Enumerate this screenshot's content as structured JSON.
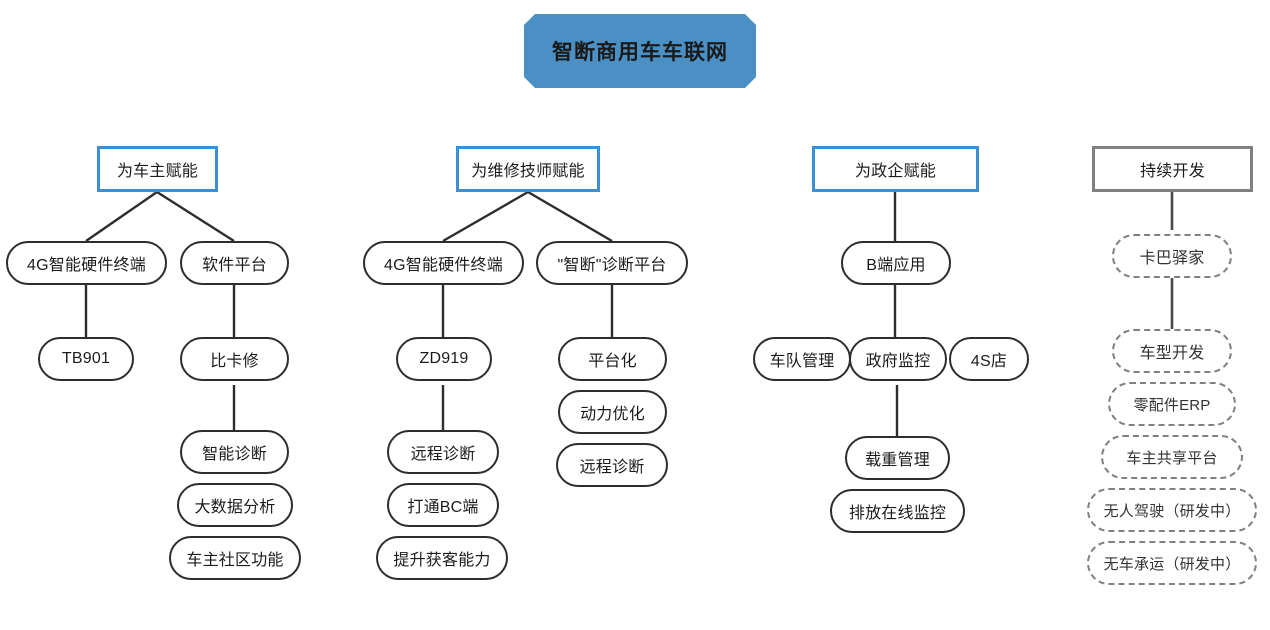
{
  "title": {
    "text": "智断商用车车联网",
    "color": "#4a90c4"
  },
  "columns": [
    {
      "id": "vehicle-owner",
      "header": {
        "label": "为车主赋能",
        "border_color": "#3d8fd1",
        "style": "solid"
      },
      "nodes": [
        {
          "id": "c1-n1",
          "label": "4G智能硬件终端",
          "style": "solid"
        },
        {
          "id": "c1-n2",
          "label": "软件平台",
          "style": "solid"
        },
        {
          "id": "c1-n3",
          "label": "TB901",
          "style": "solid"
        },
        {
          "id": "c1-n4",
          "label": "比卡修",
          "style": "solid"
        },
        {
          "id": "c1-n5",
          "label": "智能诊断",
          "style": "solid"
        },
        {
          "id": "c1-n6",
          "label": "大数据分析",
          "style": "solid"
        },
        {
          "id": "c1-n7",
          "label": "车主社区功能",
          "style": "solid"
        }
      ]
    },
    {
      "id": "repair-technician",
      "header": {
        "label": "为维修技师赋能",
        "border_color": "#3d8fd1",
        "style": "solid"
      },
      "nodes": [
        {
          "id": "c2-n1",
          "label": "4G智能硬件终端",
          "style": "solid"
        },
        {
          "id": "c2-n2",
          "label": "\"智断\"诊断平台",
          "style": "solid"
        },
        {
          "id": "c2-n3",
          "label": "ZD919",
          "style": "solid"
        },
        {
          "id": "c2-n4",
          "label": "平台化",
          "style": "solid"
        },
        {
          "id": "c2-n5",
          "label": "远程诊断",
          "style": "solid"
        },
        {
          "id": "c2-n6",
          "label": "动力优化",
          "style": "solid"
        },
        {
          "id": "c2-n7",
          "label": "打通BC端",
          "style": "solid"
        },
        {
          "id": "c2-n8",
          "label": "远程诊断",
          "style": "solid"
        },
        {
          "id": "c2-n9",
          "label": "提升获客能力",
          "style": "solid"
        }
      ]
    },
    {
      "id": "government-enterprise",
      "header": {
        "label": "为政企赋能",
        "border_color": "#3d8fd1",
        "style": "solid"
      },
      "nodes": [
        {
          "id": "c3-n1",
          "label": "B端应用",
          "style": "solid"
        },
        {
          "id": "c3-n2",
          "label": "车队管理",
          "style": "solid"
        },
        {
          "id": "c3-n3",
          "label": "政府监控",
          "style": "solid"
        },
        {
          "id": "c3-n4",
          "label": "4S店",
          "style": "solid"
        },
        {
          "id": "c3-n5",
          "label": "载重管理",
          "style": "solid"
        },
        {
          "id": "c3-n6",
          "label": "排放在线监控",
          "style": "solid"
        }
      ]
    },
    {
      "id": "continuous-development",
      "header": {
        "label": "持续开发",
        "border_color": "#808080",
        "style": "solid-gray"
      },
      "nodes": [
        {
          "id": "c4-n1",
          "label": "卡巴驿家",
          "style": "dashed"
        },
        {
          "id": "c4-n2",
          "label": "车型开发",
          "style": "dashed"
        },
        {
          "id": "c4-n3",
          "label": "零配件ERP",
          "style": "dashed"
        },
        {
          "id": "c4-n4",
          "label": "车主共享平台",
          "style": "dashed"
        },
        {
          "id": "c4-n5",
          "label": "无人驾驶（研发中）",
          "style": "dashed"
        },
        {
          "id": "c4-n6",
          "label": "无车承运（研发中）",
          "style": "dashed"
        }
      ]
    }
  ]
}
